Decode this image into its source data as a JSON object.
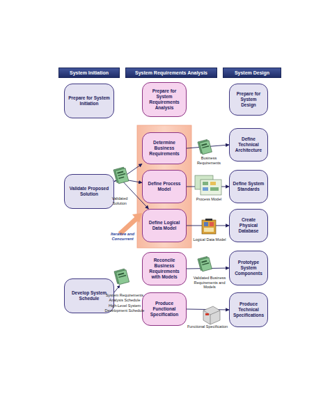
{
  "diagram": {
    "nodes": [
      {
        "text": [
          "System Initiation"
        ]
      },
      {
        "text": [
          "System Requirements Analysis"
        ]
      },
      {
        "text": [
          "System Design"
        ]
      },
      {
        "text": [
          "Prepare for System Initiation"
        ]
      },
      {
        "text": [
          "Prepare for System Requirements Analysis"
        ]
      },
      {
        "text": [
          "Prepare for System Design"
        ]
      },
      {
        "text": [
          "Determine Business Requirements"
        ]
      },
      {
        "text": [
          "Define Technical Architecture"
        ]
      },
      {
        "text": [
          "Validate Proposed Solution"
        ]
      },
      {
        "text": [
          "Define Process Model"
        ]
      },
      {
        "text": [
          "Define System Standards"
        ]
      },
      {
        "text": [
          "Define Logical Data Model"
        ]
      },
      {
        "text": [
          "Create Physical Database"
        ]
      },
      {
        "text": [
          "Reconcile Business Requirements with Models"
        ]
      },
      {
        "text": [
          "Prototype System Components"
        ]
      },
      {
        "text": [
          "Develop System Schedule"
        ]
      },
      {
        "text": [
          "Produce Functional Specification"
        ]
      },
      {
        "text": [
          "Produce Technical Specifications"
        ]
      }
    ],
    "edges": [
      {
        "from": 8,
        "to": 6,
        "arrow": "to"
      },
      {
        "from": 8,
        "to": 9,
        "arrow": "to"
      },
      {
        "from": 8,
        "to": 11,
        "arrow": "to"
      },
      {
        "from": 6,
        "to": 7,
        "arrow": "to"
      },
      {
        "from": 9,
        "to": 10,
        "arrow": "to"
      },
      {
        "from": 11,
        "to": 12,
        "arrow": "to"
      },
      {
        "from": 13,
        "to": 14,
        "arrow": "to"
      },
      {
        "from": 16,
        "to": 17,
        "arrow": "to"
      }
    ],
    "labels": [
      "Business Requirements",
      "Validated Solution",
      "Process Model",
      "Iterative and Concurrent",
      "Logical Data Model",
      "Validated Business Requirements and Models",
      "System Requirements Analysis Schedule",
      "High-Level System Development Schedule",
      "Functional Specification"
    ]
  }
}
